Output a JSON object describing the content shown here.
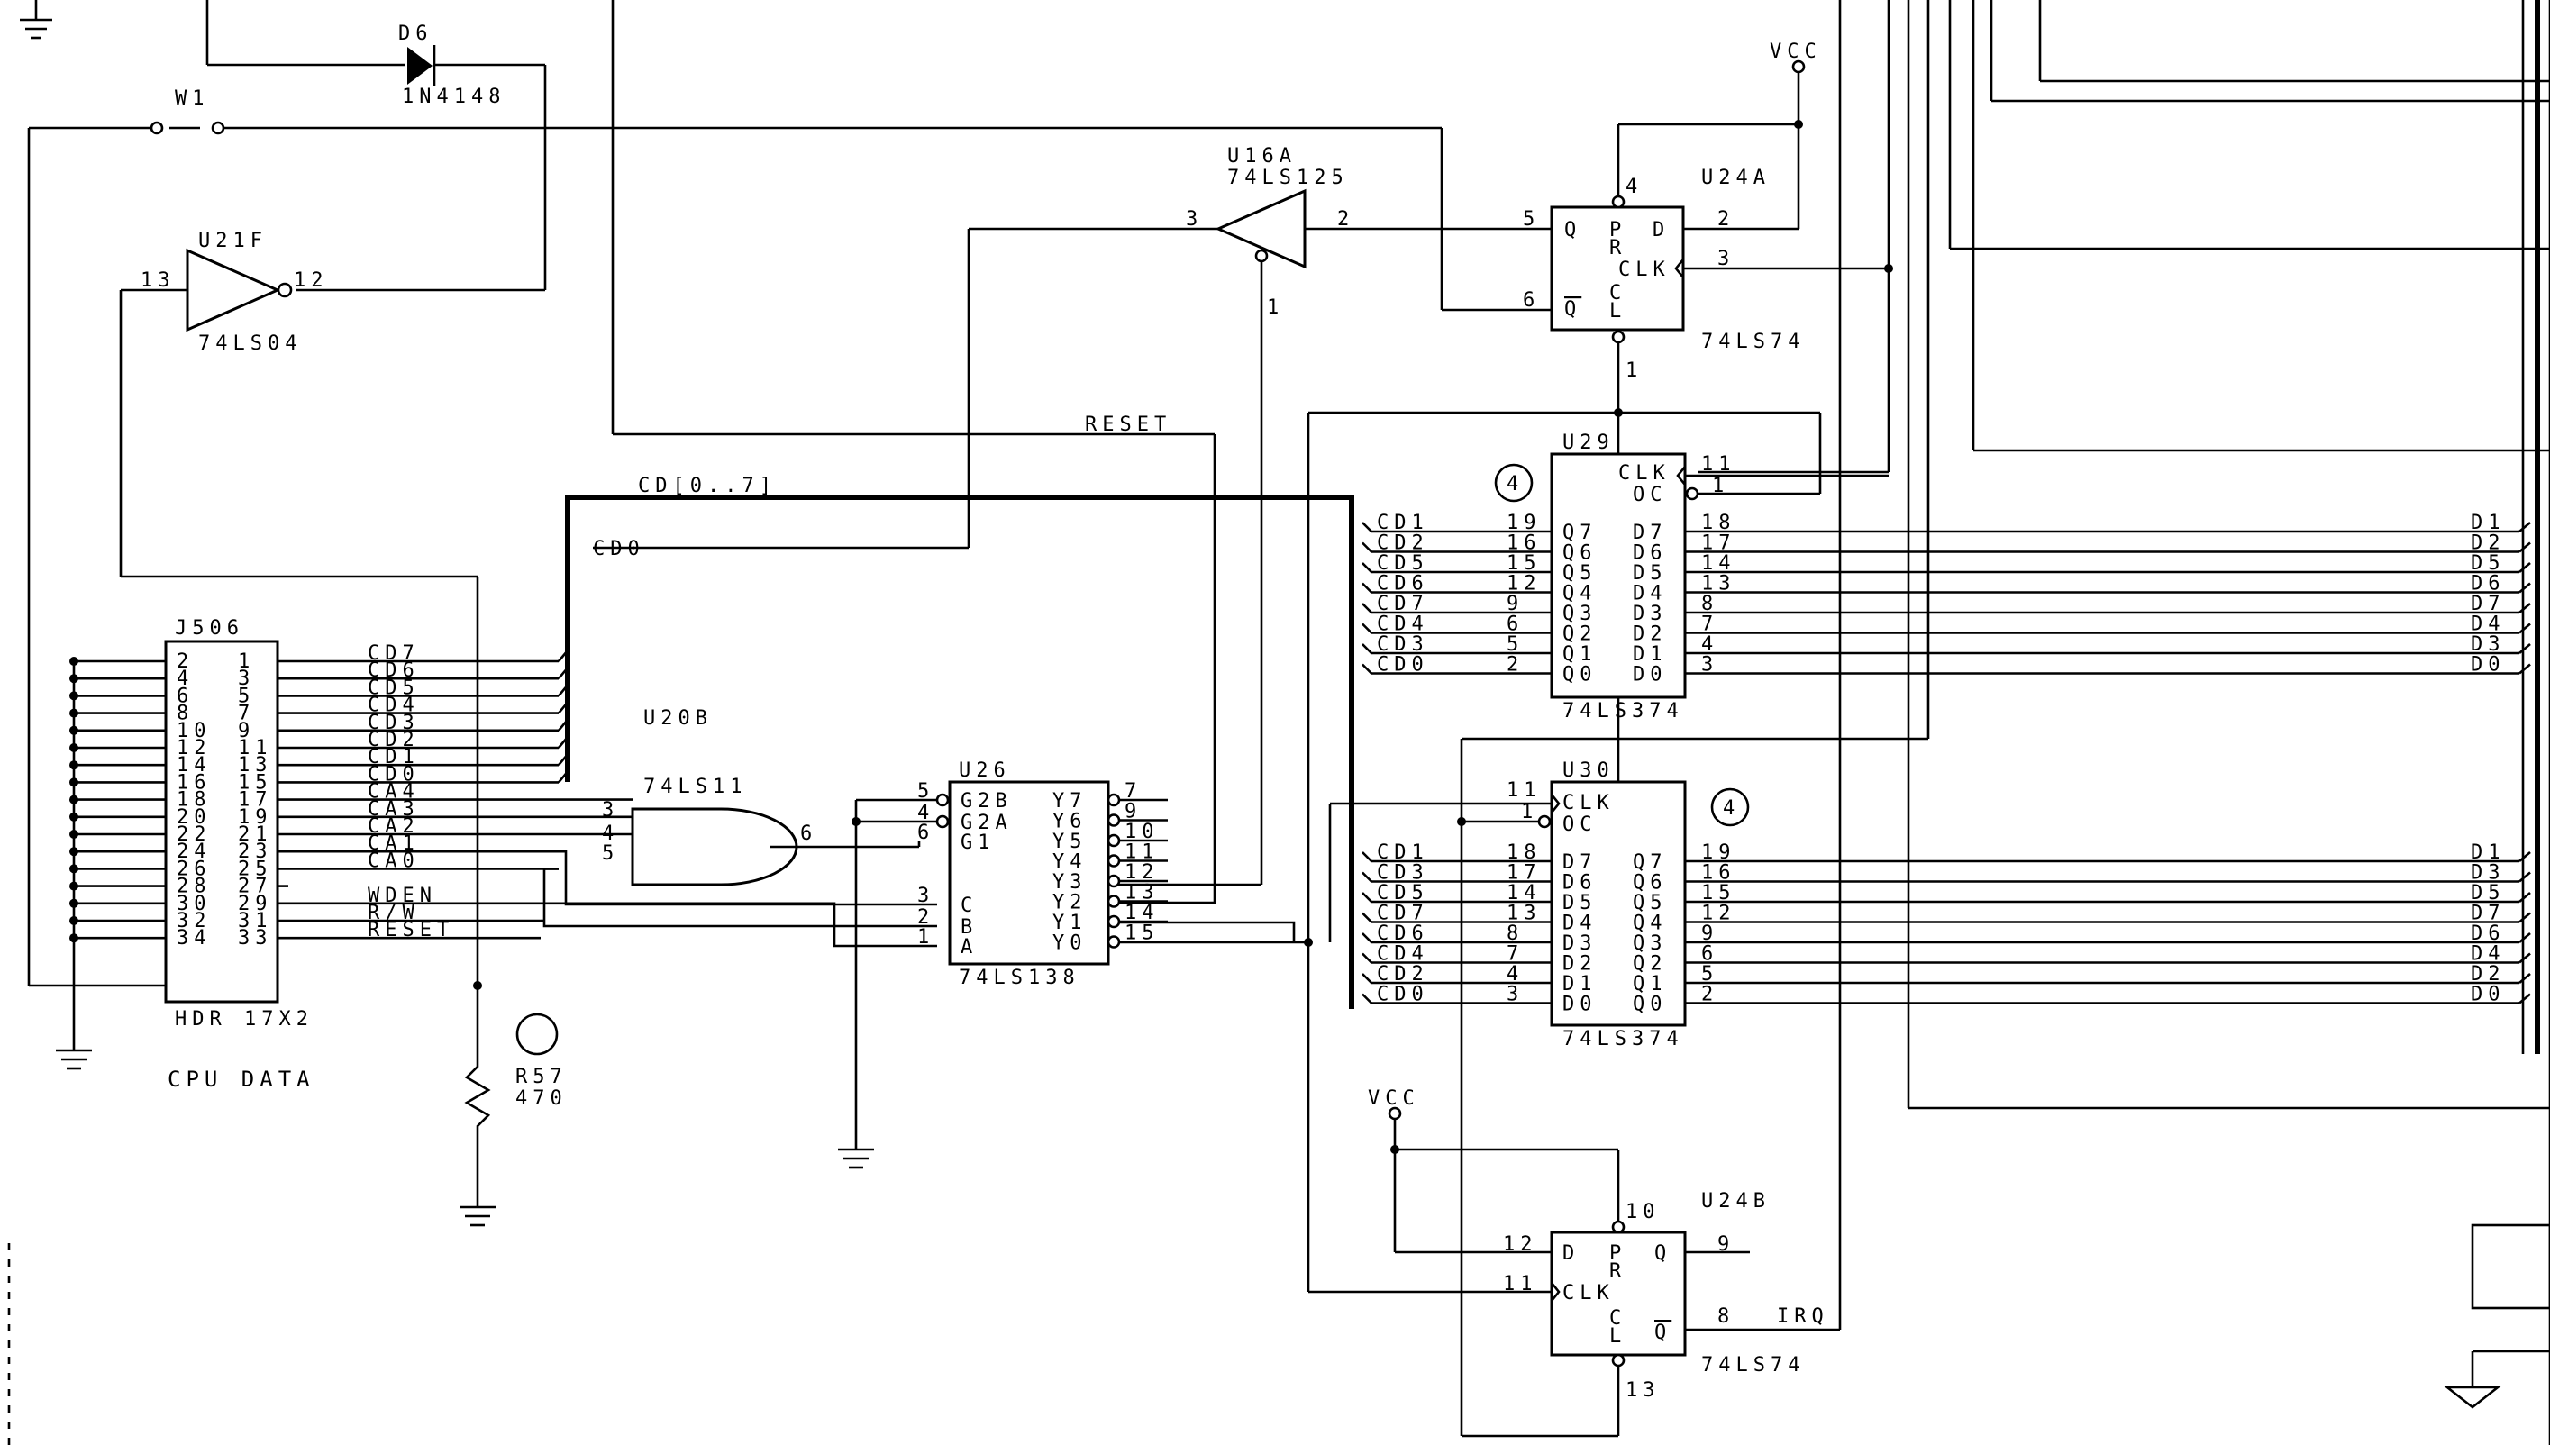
{
  "parts": {
    "d6": {
      "ref": "D6",
      "value": "1N4148"
    },
    "w1": {
      "ref": "W1"
    },
    "u21f": {
      "ref": "U21F",
      "value": "74LS04",
      "in_pin": "13",
      "out_pin": "12"
    },
    "u16a": {
      "ref": "U16A",
      "value": "74LS125",
      "in_pin": "3",
      "out_pin": "2",
      "oe_pin": "1"
    },
    "u24a": {
      "ref": "U24A",
      "value": "74LS74",
      "pins": {
        "q": "5",
        "qn": "6",
        "pr": "4",
        "d": "2",
        "clk": "3",
        "cl": "1"
      },
      "labels": {
        "q": "Q",
        "qn": "Q",
        "p": "P",
        "r": "R",
        "d": "D",
        "clk": "CLK",
        "c": "C",
        "l": "L"
      }
    },
    "u29": {
      "ref": "U29",
      "value": "74LS374",
      "marker": "4",
      "clk": "CLK",
      "oc": "OC",
      "clk_pin": "11",
      "oc_pin": "1",
      "left_nets": [
        "CD1",
        "CD2",
        "CD5",
        "CD6",
        "CD7",
        "CD4",
        "CD3",
        "CD0"
      ],
      "left_pins": [
        "19",
        "16",
        "15",
        "12",
        "9",
        "6",
        "5",
        "2"
      ],
      "q_labels": [
        "Q7",
        "Q6",
        "Q5",
        "Q4",
        "Q3",
        "Q2",
        "Q1",
        "Q0"
      ],
      "d_labels": [
        "D7",
        "D6",
        "D5",
        "D4",
        "D3",
        "D2",
        "D1",
        "D0"
      ],
      "right_pins": [
        "18",
        "17",
        "14",
        "13",
        "8",
        "7",
        "4",
        "3"
      ],
      "right_nets": [
        "D1",
        "D2",
        "D5",
        "D6",
        "D7",
        "D4",
        "D3",
        "D0"
      ]
    },
    "u30": {
      "ref": "U30",
      "value": "74LS374",
      "marker": "4",
      "clk": "CLK",
      "oc": "OC",
      "clk_pin": "11",
      "oc_pin": "1",
      "left_nets": [
        "CD1",
        "CD3",
        "CD5",
        "CD7",
        "CD6",
        "CD4",
        "CD2",
        "CD0"
      ],
      "left_pins": [
        "18",
        "17",
        "14",
        "13",
        "8",
        "7",
        "4",
        "3"
      ],
      "d_labels": [
        "D7",
        "D6",
        "D5",
        "D4",
        "D3",
        "D2",
        "D1",
        "D0"
      ],
      "q_labels": [
        "Q7",
        "Q6",
        "Q5",
        "Q4",
        "Q3",
        "Q2",
        "Q1",
        "Q0"
      ],
      "right_pins": [
        "19",
        "16",
        "15",
        "12",
        "9",
        "6",
        "5",
        "2"
      ],
      "right_nets": [
        "D1",
        "D3",
        "D5",
        "D7",
        "D6",
        "D4",
        "D2",
        "D0"
      ]
    },
    "u20b": {
      "ref": "U20B",
      "value": "74LS11",
      "in_pins": [
        "3",
        "4",
        "5"
      ],
      "out_pin": "6"
    },
    "u26": {
      "ref": "U26",
      "value": "74LS138",
      "in_labels": [
        "G2B",
        "G2A",
        "G1",
        "C",
        "B",
        "A"
      ],
      "in_pins": [
        "5",
        "4",
        "6",
        "3",
        "2",
        "1"
      ],
      "out_labels": [
        "Y7",
        "Y6",
        "Y5",
        "Y4",
        "Y3",
        "Y2",
        "Y1",
        "Y0"
      ],
      "out_pins": [
        "7",
        "9",
        "10",
        "11",
        "12",
        "13",
        "14",
        "15"
      ]
    },
    "u24b": {
      "ref": "U24B",
      "value": "74LS74",
      "pins": {
        "d": "12",
        "clk": "11",
        "q": "9",
        "qn": "8",
        "pr": "10",
        "cl": "13"
      },
      "labels": {
        "d": "D",
        "clk": "CLK",
        "q": "Q",
        "qn": "Q",
        "p": "P",
        "r": "R",
        "c": "C",
        "l": "L"
      }
    },
    "j506": {
      "ref": "J506",
      "value": "HDR 17X2",
      "caption": "CPU DATA",
      "rows": [
        [
          "2",
          "1"
        ],
        [
          "4",
          "3"
        ],
        [
          "6",
          "5"
        ],
        [
          "8",
          "7"
        ],
        [
          "10",
          "9"
        ],
        [
          "12",
          "11"
        ],
        [
          "14",
          "13"
        ],
        [
          "16",
          "15"
        ],
        [
          "18",
          "17"
        ],
        [
          "20",
          "19"
        ],
        [
          "22",
          "21"
        ],
        [
          "24",
          "23"
        ],
        [
          "26",
          "25"
        ],
        [
          "28",
          "27"
        ],
        [
          "30",
          "29"
        ],
        [
          "32",
          "31"
        ],
        [
          "34",
          "33"
        ]
      ],
      "nets": [
        "CD7",
        "CD6",
        "CD5",
        "CD4",
        "CD3",
        "CD2",
        "CD1",
        "CD0",
        "CA4",
        "CA3",
        "CA2",
        "CA1",
        "CA0",
        "",
        "WDEN",
        "R/W",
        "RESET"
      ]
    },
    "r57": {
      "ref": "R57",
      "value": "470"
    }
  },
  "nets": {
    "bus": "CD[0..7]",
    "cd0": "CD0",
    "reset": "RESET",
    "irq": "IRQ",
    "vcc": "VCC"
  }
}
